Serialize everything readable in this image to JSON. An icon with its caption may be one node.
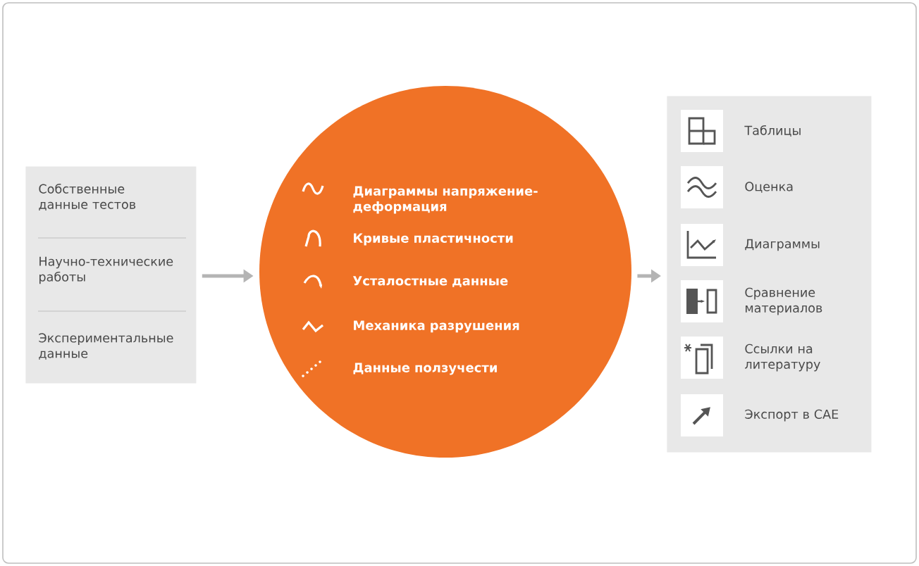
{
  "diagram": {
    "nodes": [
      {
        "text": [],
        "shape": "box"
      },
      {
        "text": [
          "Собственные данные тестов"
        ],
        "in": 0
      },
      {
        "text": [
          "Научно-технические работы"
        ],
        "in": 0
      },
      {
        "text": [
          "Экспериментальные данные"
        ],
        "in": 0
      },
      {
        "text": [
          "Диаграммы напряжение- деформация",
          "Кривые пластичности",
          "Усталостные данные",
          "Механика разрушения",
          "Данные ползучести"
        ]
      },
      {
        "text": [],
        "shape": "box"
      },
      {
        "text": [
          "Таблицы"
        ],
        "in": 5
      },
      {
        "text": [
          "Оценка"
        ],
        "in": 5
      },
      {
        "text": [
          "Диаграммы"
        ],
        "in": 5
      },
      {
        "text": [
          "Сравнение материалов"
        ],
        "in": 5
      },
      {
        "text": [
          "Ссылки на литературу"
        ],
        "in": 5
      },
      {
        "text": [
          "Экспорт в CAE"
        ],
        "in": 5
      }
    ],
    "edges": [
      {
        "from": 0,
        "to": 4,
        "arrow": "to"
      },
      {
        "from": 4,
        "to": 5,
        "arrow": "to"
      }
    ]
  }
}
